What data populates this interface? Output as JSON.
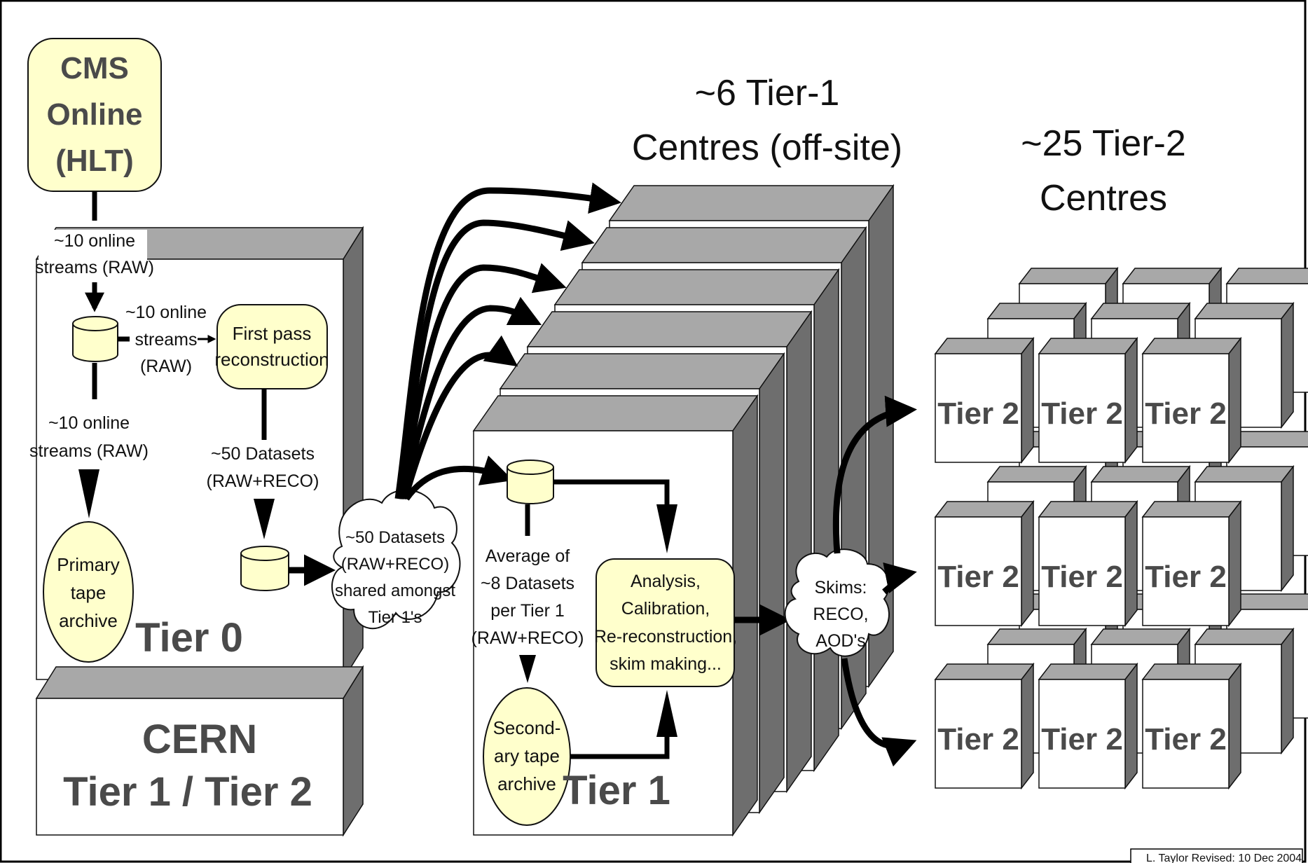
{
  "title_tier1": [
    "~6 Tier-1",
    "Centres (off-site)"
  ],
  "title_tier2": [
    "~25 Tier-2",
    "Centres"
  ],
  "cms_online": [
    "CMS",
    "Online",
    "(HLT)"
  ],
  "tier0": {
    "label": "Tier 0",
    "streams_top": [
      "~10 online",
      "streams (RAW)"
    ],
    "streams_mid": [
      "~10 online",
      "streams",
      "(RAW)"
    ],
    "streams_left": [
      "~10 online",
      "streams (RAW)"
    ],
    "first_pass": [
      "First pass",
      "reconstruction"
    ],
    "datasets": [
      "~50 Datasets",
      "(RAW+RECO)"
    ],
    "primary_tape": [
      "Primary",
      "tape",
      "archive"
    ]
  },
  "cern": [
    "CERN",
    "Tier 1 / Tier 2"
  ],
  "shared_cloud": [
    "~50 Datasets",
    "(RAW+RECO)",
    "shared amongst",
    "Tier 1's"
  ],
  "tier1": {
    "label": "Tier 1",
    "average": [
      "Average of",
      "~8 Datasets",
      "per Tier 1",
      "(RAW+RECO)"
    ],
    "secondary_tape": [
      "Second-",
      "ary tape",
      "archive"
    ],
    "analysis": [
      "Analysis,",
      "Calibration,",
      "Re-reconstruction,",
      "skim making..."
    ]
  },
  "skims_cloud": [
    "Skims:",
    "RECO,",
    "AOD's"
  ],
  "tier2_label": "Tier 2",
  "footer": "L. Taylor  Revised:  10 Dec 2004",
  "colors": {
    "cream": "#ffffcc",
    "box_top": "#a8a8a8",
    "box_side": "#6e6e6e",
    "text_dark": "#4a4a4a"
  }
}
